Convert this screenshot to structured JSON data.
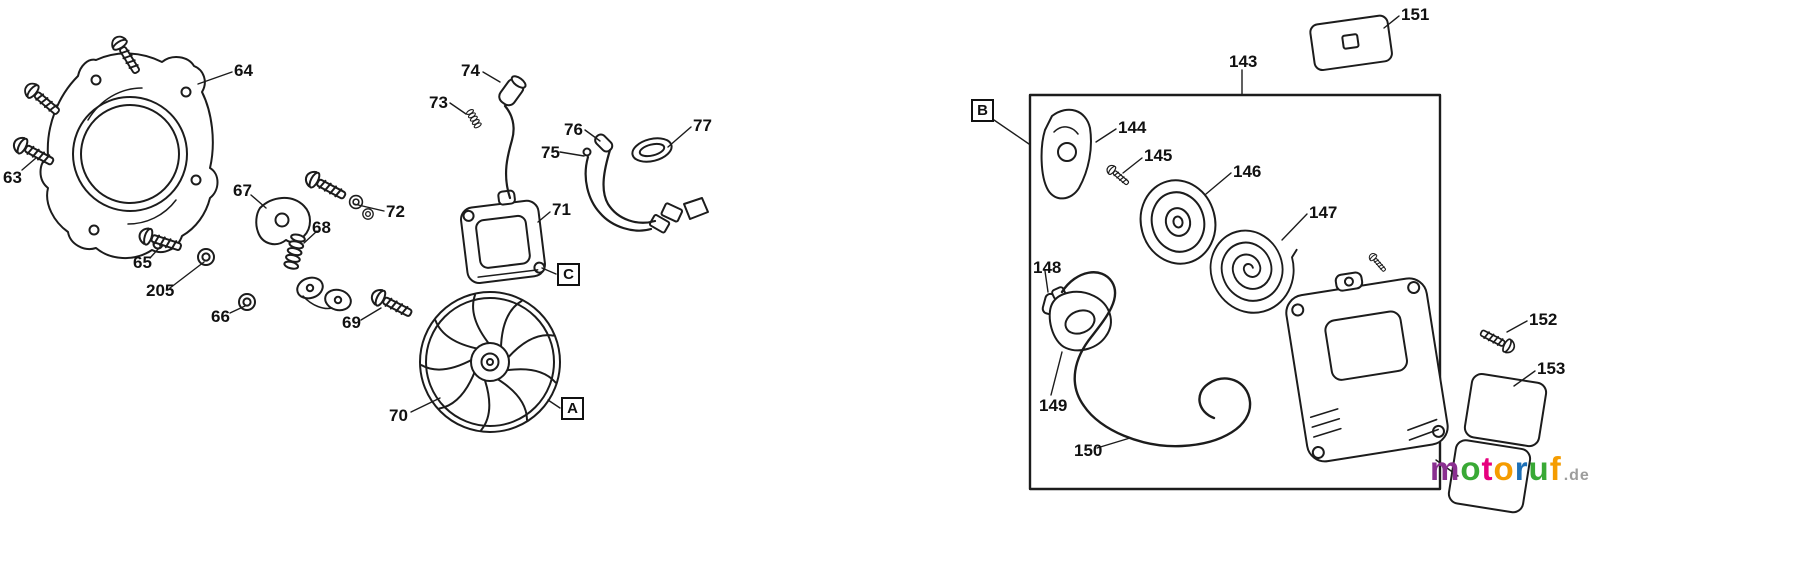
{
  "callouts": {
    "c63": "63",
    "c64": "64",
    "c65": "65",
    "c205": "205",
    "c66": "66",
    "c67": "67",
    "c68": "68",
    "c69": "69",
    "c70": "70",
    "c71": "71",
    "c72": "72",
    "c73": "73",
    "c74": "74",
    "c75": "75",
    "c76": "76",
    "c77": "77",
    "c143": "143",
    "c144": "144",
    "c145": "145",
    "c146": "146",
    "c147": "147",
    "c148": "148",
    "c149": "149",
    "c150": "150",
    "c151": "151",
    "c152": "152",
    "c153": "153"
  },
  "section_labels": {
    "a": "A",
    "b": "B",
    "c": "C"
  },
  "logo": {
    "letters": [
      {
        "char": "m",
        "color": "#8a2f90"
      },
      {
        "char": "o",
        "color": "#39a935"
      },
      {
        "char": "t",
        "color": "#e6007e"
      },
      {
        "char": "o",
        "color": "#f59c00"
      },
      {
        "char": "r",
        "color": "#1d70b7"
      },
      {
        "char": "u",
        "color": "#39a935"
      },
      {
        "char": "f",
        "color": "#f59c00"
      }
    ],
    "suffix": ".de",
    "suffix_color": "#9d9d9c"
  },
  "colors": {
    "line": "#1c1c1c",
    "background": "#ffffff"
  }
}
